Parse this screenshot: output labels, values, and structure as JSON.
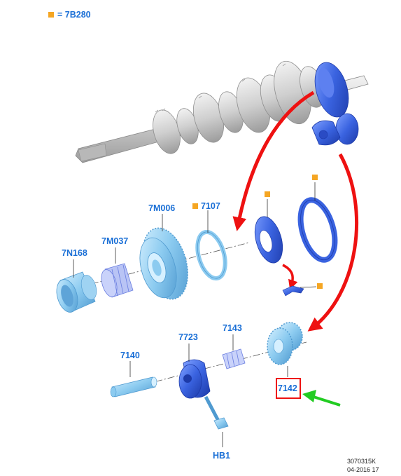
{
  "legend": {
    "marker_color": "#f5a623",
    "text": "= 7B280"
  },
  "labels": {
    "p7n168": "7N168",
    "p7m037": "7M037",
    "p7m006": "7M006",
    "p7107": "7107",
    "p7140": "7140",
    "p7723": "7723",
    "p7143": "7143",
    "p7142": "7142",
    "hb1": "HB1"
  },
  "reference": {
    "code": "3070315K",
    "date": "04-2016 17"
  },
  "colors": {
    "label": "#1a6fd6",
    "part_blue": "#3a63e0",
    "part_light": "#9fd3f2",
    "arrow_red": "#ee1111",
    "arrow_green": "#22cc22",
    "highlight_box": "#ee1111",
    "shaft_gray": "#d4d4d4"
  },
  "icons": {
    "marker": "orange-square-marker",
    "callout_arrow": "red-curved-arrow",
    "pointer_arrow": "green-arrow"
  }
}
